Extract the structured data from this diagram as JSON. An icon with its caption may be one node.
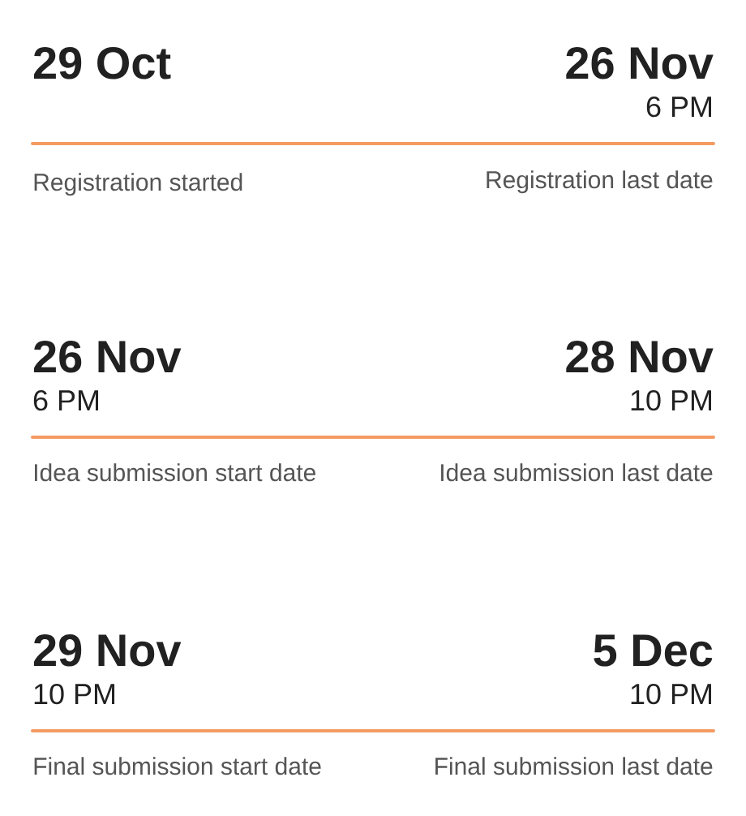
{
  "diagram": {
    "nodes": [
      {
        "text": [
          "29 Oct"
        ],
        "beside": [
          "Registration started"
        ]
      },
      {
        "text": [
          "26 Nov",
          "6 PM"
        ],
        "beside": [
          "Registration last date"
        ]
      },
      {
        "text": [
          "26 Nov",
          "6 PM"
        ],
        "beside": [
          "Idea submission start date"
        ]
      },
      {
        "text": [
          "28 Nov",
          "10 PM"
        ],
        "beside": [
          "Idea submission last date"
        ]
      },
      {
        "text": [
          "29 Nov",
          "10 PM"
        ],
        "beside": [
          "Final submission start date"
        ]
      },
      {
        "text": [
          "5 Dec",
          "10 PM"
        ],
        "beside": [
          "Final submission last date"
        ]
      }
    ],
    "edges": [
      {
        "from": 0,
        "to": 1,
        "arrow": "none"
      },
      {
        "from": 2,
        "to": 3,
        "arrow": "none"
      },
      {
        "from": 4,
        "to": 5,
        "arrow": "none"
      }
    ]
  }
}
